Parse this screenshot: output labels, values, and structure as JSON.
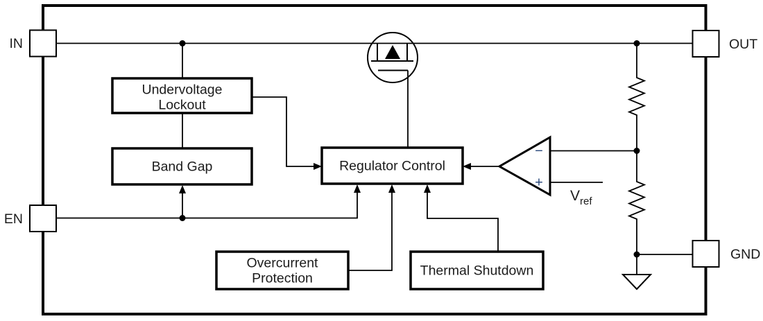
{
  "diagram": {
    "pins": {
      "in": "IN",
      "en": "EN",
      "out": "OUT",
      "gnd": "GND"
    },
    "blocks": {
      "undervoltage_lockout": {
        "line1": "Undervoltage",
        "line2": "Lockout"
      },
      "band_gap": "Band Gap",
      "regulator_control": "Regulator Control",
      "overcurrent_protection": {
        "line1": "Overcurrent",
        "line2": "Protection"
      },
      "thermal_shutdown": "Thermal Shutdown"
    },
    "comparator": {
      "inverting_sign": "−",
      "noninverting_sign": "+"
    },
    "reference": {
      "symbol": "V",
      "subscript": "ref"
    },
    "colors": {
      "line": "#000000",
      "text": "#1c1c1c",
      "comparator_sign": "#2b4a7c",
      "background": "#ffffff"
    }
  }
}
